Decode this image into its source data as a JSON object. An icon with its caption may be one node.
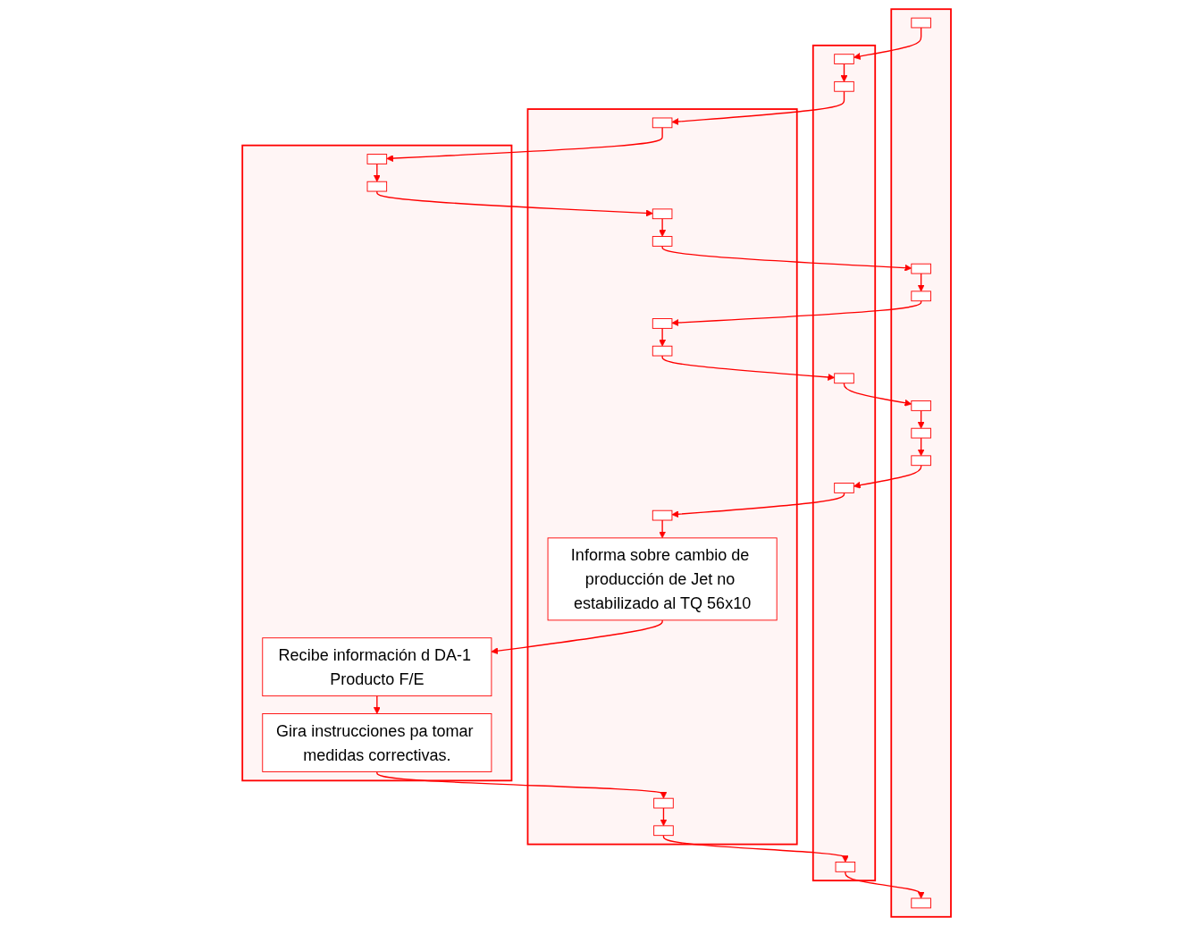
{
  "diagram": {
    "nodes": [
      {
        "text": [],
        "shape": "box"
      },
      {
        "text": [],
        "shape": "box"
      },
      {
        "text": [],
        "shape": "box"
      },
      {
        "text": [],
        "shape": "box"
      },
      {
        "text": [],
        "shape": "box",
        "in": 0
      },
      {
        "text": [],
        "shape": "box",
        "in": 0
      },
      {
        "text": [],
        "shape": "box",
        "in": 0
      },
      {
        "text": [],
        "shape": "box",
        "in": 0
      },
      {
        "text": [],
        "shape": "box",
        "in": 0
      },
      {
        "text": [],
        "shape": "box",
        "in": 0
      },
      {
        "text": [],
        "shape": "box",
        "in": 0
      },
      {
        "text": [],
        "shape": "box",
        "in": 1
      },
      {
        "text": [],
        "shape": "box",
        "in": 1
      },
      {
        "text": [],
        "shape": "box",
        "in": 1
      },
      {
        "text": [],
        "shape": "box",
        "in": 1
      },
      {
        "text": [],
        "shape": "box",
        "in": 1
      },
      {
        "text": [],
        "shape": "box",
        "in": 2
      },
      {
        "text": [],
        "shape": "box",
        "in": 2
      },
      {
        "text": [],
        "shape": "box",
        "in": 2
      },
      {
        "text": [],
        "shape": "box",
        "in": 2
      },
      {
        "text": [],
        "shape": "box",
        "in": 2
      },
      {
        "text": [],
        "shape": "box",
        "in": 2
      },
      {
        "text": [
          "Informa sobre cambio de producción de Jet no estabilizado al TQ 56x10"
        ],
        "in": 2
      },
      {
        "text": [],
        "shape": "box",
        "in": 2
      },
      {
        "text": [],
        "shape": "box",
        "in": 2
      },
      {
        "text": [],
        "shape": "box",
        "in": 3
      },
      {
        "text": [],
        "shape": "box",
        "in": 3
      },
      {
        "text": [
          "Recibe información d DA-1 Producto F/E"
        ],
        "in": 3
      },
      {
        "text": [
          "Gira instrucciones pa tomar medidas correctivas."
        ],
        "in": 3
      }
    ],
    "edges": [
      {
        "from": 4,
        "to": 11,
        "arrow": "to"
      },
      {
        "from": 11,
        "to": 12,
        "arrow": "to"
      },
      {
        "from": 12,
        "to": 16,
        "arrow": "to"
      },
      {
        "from": 16,
        "to": 25,
        "arrow": "to"
      },
      {
        "from": 25,
        "to": 26,
        "arrow": "to"
      },
      {
        "from": 26,
        "to": 17,
        "arrow": "to"
      },
      {
        "from": 17,
        "to": 18,
        "arrow": "to"
      },
      {
        "from": 18,
        "to": 5,
        "arrow": "to"
      },
      {
        "from": 5,
        "to": 6,
        "arrow": "to"
      },
      {
        "from": 6,
        "to": 19,
        "arrow": "to"
      },
      {
        "from": 19,
        "to": 20,
        "arrow": "to"
      },
      {
        "from": 20,
        "to": 13,
        "arrow": "to"
      },
      {
        "from": 13,
        "to": 7,
        "arrow": "to"
      },
      {
        "from": 7,
        "to": 8,
        "arrow": "to"
      },
      {
        "from": 8,
        "to": 9,
        "arrow": "to"
      },
      {
        "from": 9,
        "to": 14,
        "arrow": "to"
      },
      {
        "from": 14,
        "to": 21,
        "arrow": "to"
      },
      {
        "from": 21,
        "to": 22,
        "arrow": "to"
      },
      {
        "from": 22,
        "to": 27,
        "arrow": "to"
      },
      {
        "from": 27,
        "to": 28,
        "arrow": "to"
      },
      {
        "from": 28,
        "to": 23,
        "arrow": "to"
      },
      {
        "from": 23,
        "to": 24,
        "arrow": "to"
      },
      {
        "from": 24,
        "to": 15,
        "arrow": "to"
      },
      {
        "from": 15,
        "to": 10,
        "arrow": "to"
      }
    ]
  }
}
